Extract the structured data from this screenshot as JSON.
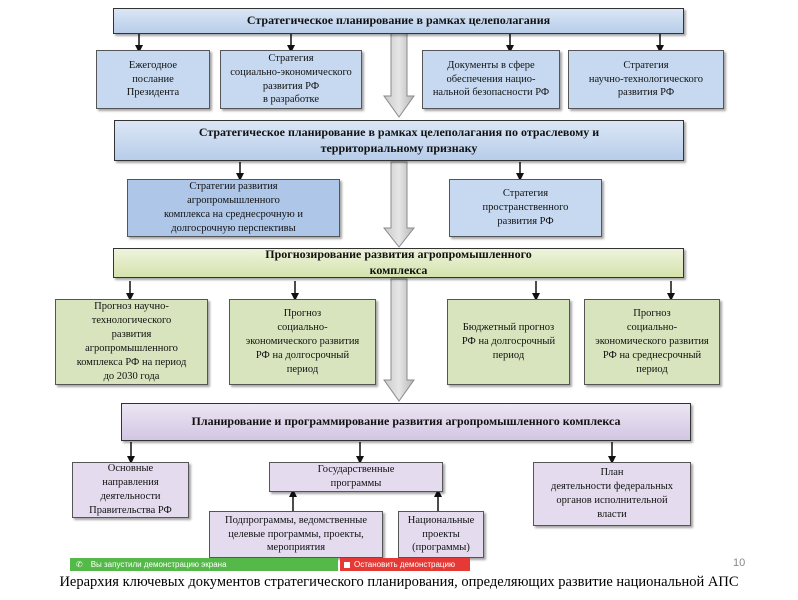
{
  "level1": {
    "title": "Стратегическое планирование в рамках целеполагания",
    "items": [
      "Ежегодное\nпослание\nПрезидента",
      "Стратегия\nсоциально-экономического\nразвития РФ\nв разработке",
      "Документы в сфере\nобеспечения нацио-\nнальной безопасности РФ",
      "Стратегия\nнаучно-технологического\nразвития РФ"
    ]
  },
  "level2": {
    "title": "Стратегическое планирование в рамках целеполагания   по отраслевому и\nтерриториальному признаку",
    "items": [
      "Стратегии развития\nагропромышленного\nкомплекса на среднесрочную и\nдолгосрочную перспективы",
      "Стратегия\nпространственного\nразвития РФ"
    ]
  },
  "level3": {
    "title": "Прогнозирование развития агропромышленного\nкомплекса",
    "items": [
      "Прогноз научно-\nтехнологического\nразвития\nагропромышленного\nкомплекса РФ на период\nдо 2030 года",
      "Прогноз\nсоциально-\nэкономического развития\nРФ на долгосрочный\nпериод",
      "Бюджетный прогноз\nРФ на долгосрочный\nпериод",
      "Прогноз\nсоциально-\nэкономического развития\nРФ на среднесрочный\nпериод"
    ]
  },
  "level4": {
    "title": "Планирование и программирование развития   агропромышленного комплекса",
    "items": [
      "Основные\nнаправления\nдеятельности\nПравительства РФ",
      "Государственные\nпрограммы",
      "План\nдеятельности федеральных\nорганов   исполнительной\nвласти"
    ],
    "sub_items": [
      "Подпрограммы,  ведомственные\nцелевые программы, проекты,\nмероприятия",
      "Национальные\nпроекты\n(программы)"
    ]
  },
  "page_number": "10",
  "caption": "Иерархия ключевых документов стратегического планирования, определяющих развитие национальной АПС",
  "screen_share": {
    "status": "Вы запустили демонстрацию экрана",
    "stop_label": "Остановить демонстрацию"
  }
}
